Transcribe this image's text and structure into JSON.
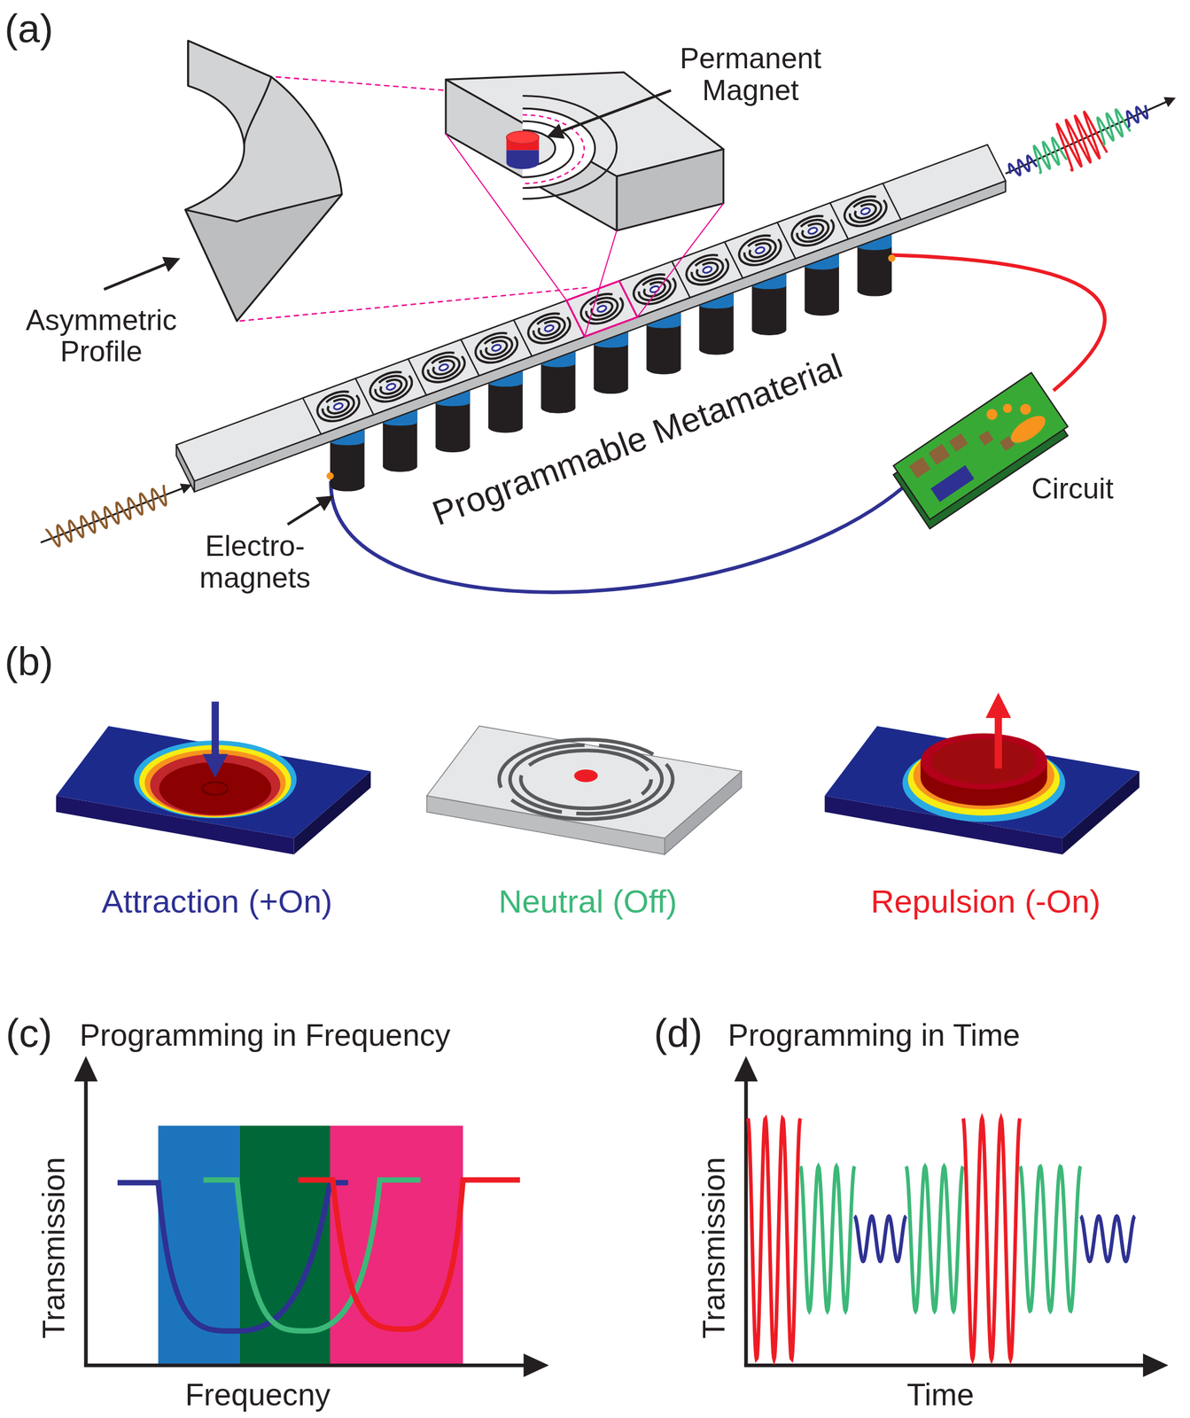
{
  "diagram": {
    "labels": [
      "(a)",
      "Permanent Magnet",
      "Asymmetric Profile",
      "Programmable Metamaterial",
      "Circuit",
      "Electro- magnets",
      "(b)",
      "Attraction (+On)",
      "Neutral (Off)",
      "Repulsion (-On)",
      "(c)",
      "Programming in Frequency",
      "Transmission",
      "Frequecny",
      "(d)",
      "Programming in Time",
      "Transmission",
      "Time"
    ]
  }
}
